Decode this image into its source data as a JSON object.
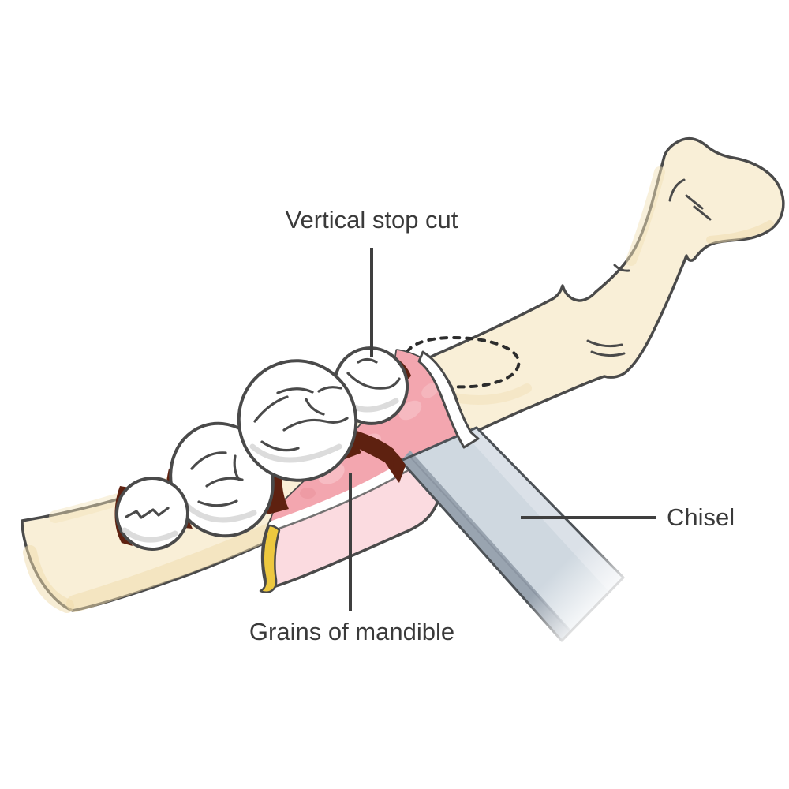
{
  "figure": {
    "labels": {
      "vertical_stop_cut": "Vertical stop cut",
      "chisel": "Chisel",
      "grains_of_mandible": "Grains of mandible"
    }
  },
  "colors": {
    "background": "#ffffff",
    "outline": "#4a4a4a",
    "bone_fill": "#f9efd7",
    "bone_shade": "#eed9a6",
    "tooth_fill": "#ffffff",
    "tooth_shade": "#d6d6d6",
    "gum_dark": "#f3a6af",
    "gum_light": "#fbdbe0",
    "crevice": "#5e2110",
    "chisel_face": "#cfd8e0",
    "chisel_edge": "#99a4b0",
    "yellow_strip": "#edc83f",
    "label_text": "#3a3a3a"
  }
}
